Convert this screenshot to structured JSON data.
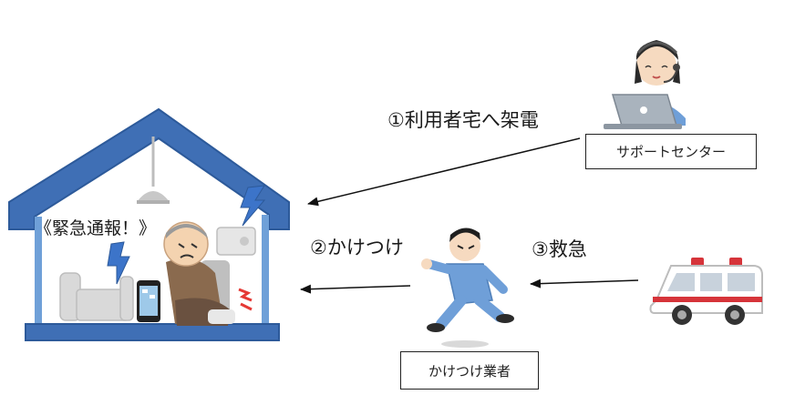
{
  "labels": {
    "call_home": "①利用者宅へ架電",
    "rush_to": "②かけつけ",
    "emergency": "③救急",
    "alert": "《緊急通報！》"
  },
  "boxes": {
    "support_center": "サポートセンター",
    "rush_worker": "かけつけ業者"
  },
  "colors": {
    "house_blue": "#3f6fb5",
    "house_blue_light": "#6fa0d8",
    "lightning": "#3c74c9",
    "uniform": "#6f9fd8",
    "ambulance_red": "#d6343a",
    "arrow": "#111111"
  }
}
